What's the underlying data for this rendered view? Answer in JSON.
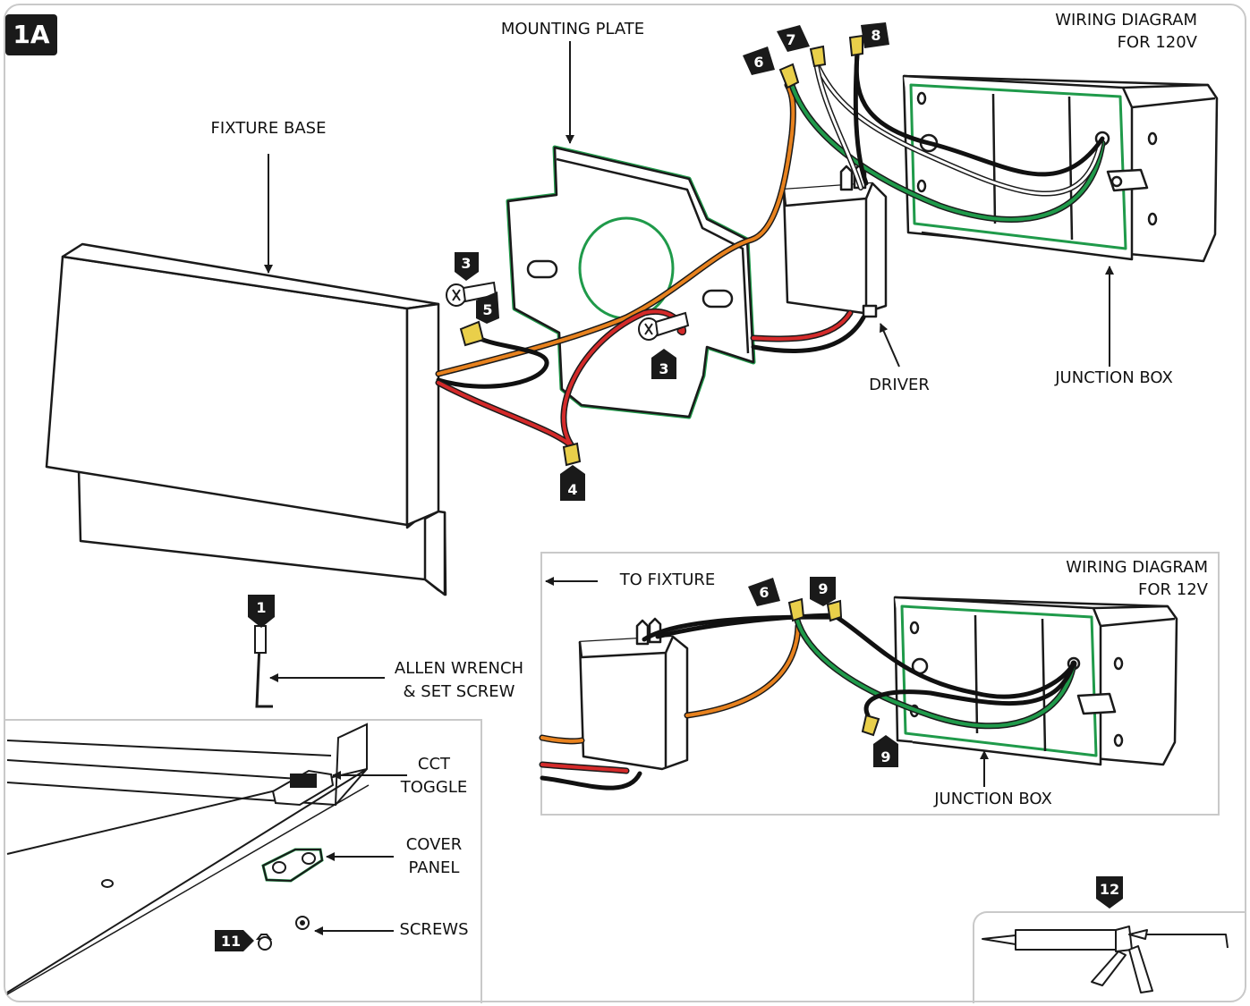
{
  "figure_id": "1A",
  "labels": {
    "fixture_base": "FIXTURE BASE",
    "mounting_plate": "MOUNTING PLATE",
    "driver": "DRIVER",
    "junction_box": "JUNCTION BOX",
    "wiring_120_line1": "WIRING DIAGRAM",
    "wiring_120_line2": "FOR 120V",
    "wiring_12_line1": "WIRING DIAGRAM",
    "wiring_12_line2": "FOR 12V",
    "to_fixture": "TO FIXTURE",
    "junction_box_12v": "JUNCTION BOX",
    "allen_line1": "ALLEN WRENCH",
    "allen_line2": "& SET SCREW",
    "cct_line1": "CCT",
    "cct_line2": "TOGGLE",
    "cover_line1": "COVER",
    "cover_line2": "PANEL",
    "screws": "SCREWS"
  },
  "steps": [
    "1",
    "3",
    "5",
    "3",
    "4",
    "6",
    "7",
    "8",
    "6",
    "9",
    "9",
    "11",
    "12"
  ],
  "colors": {
    "outline": "#1a1a1a",
    "wire_orange": "#e8821e",
    "wire_green": "#1f9a4a",
    "wire_red": "#d42a2a",
    "wire_black": "#111111",
    "wire_white": "#d8d8d8",
    "connector_yellow": "#e9cf4a",
    "frame_grey": "#c9c9c9",
    "badge_fill": "#1a1a1a"
  }
}
